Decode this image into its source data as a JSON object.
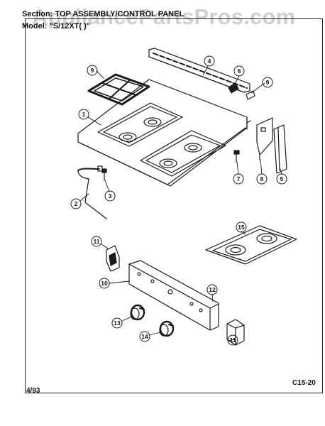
{
  "header": {
    "section_text": "Section: TOP ASSEMBLY/CONTROL PANEL",
    "model_text": "Model: \"S/12XT( )\""
  },
  "watermark": {
    "text": "AppliancePartsPros.com"
  },
  "footer": {
    "date": "4/93",
    "code": "C15-20"
  },
  "callouts": {
    "c1": "1",
    "c2": "2",
    "c3": "3",
    "c4": "4",
    "c5": "5",
    "c6": "6",
    "c7": "7",
    "c8": "8",
    "c9a": "9",
    "c9b": "9",
    "c10": "10",
    "c11a": "11",
    "c11b": "11",
    "c12": "12",
    "c13": "13",
    "c14": "14",
    "c15": "15"
  }
}
